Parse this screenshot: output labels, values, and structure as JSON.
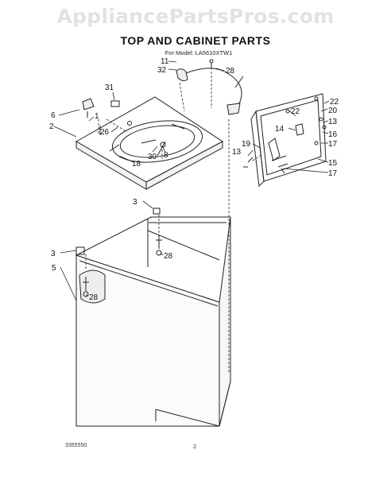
{
  "watermark": "AppliancePartsPros.com",
  "title": "TOP AND CABINET PARTS",
  "subtitle": "For Model: LA5610XTW1",
  "footer": {
    "code": "3355550",
    "page": "2"
  },
  "callouts": [
    {
      "id": "c11",
      "text": "11"
    },
    {
      "id": "c32",
      "text": "32"
    },
    {
      "id": "c28a",
      "text": "28"
    },
    {
      "id": "c31",
      "text": "31"
    },
    {
      "id": "c6",
      "text": "6"
    },
    {
      "id": "c2",
      "text": "2"
    },
    {
      "id": "c1",
      "text": "1"
    },
    {
      "id": "c26",
      "text": "26"
    },
    {
      "id": "c30",
      "text": "30"
    },
    {
      "id": "c8",
      "text": "8"
    },
    {
      "id": "c18",
      "text": "18"
    },
    {
      "id": "c22a",
      "text": "22"
    },
    {
      "id": "c22b",
      "text": "22"
    },
    {
      "id": "c20",
      "text": "20"
    },
    {
      "id": "c14",
      "text": "14"
    },
    {
      "id": "c13a",
      "text": "13"
    },
    {
      "id": "c16",
      "text": "16"
    },
    {
      "id": "c17a",
      "text": "17"
    },
    {
      "id": "c19",
      "text": "19"
    },
    {
      "id": "c13b",
      "text": "13"
    },
    {
      "id": "c15",
      "text": "15"
    },
    {
      "id": "c17b",
      "text": "17"
    },
    {
      "id": "c3a",
      "text": "3"
    },
    {
      "id": "c3b",
      "text": "3"
    },
    {
      "id": "c28b",
      "text": "28"
    },
    {
      "id": "c5",
      "text": "5"
    },
    {
      "id": "c28c",
      "text": "28"
    }
  ]
}
